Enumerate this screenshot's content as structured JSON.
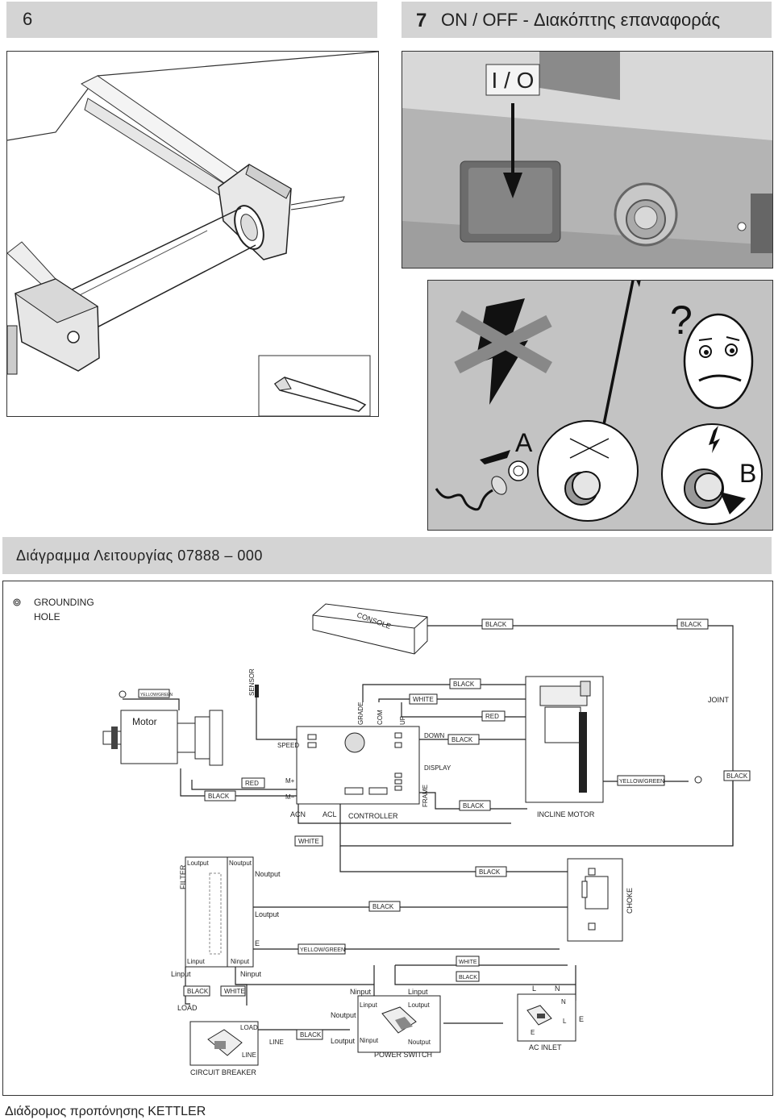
{
  "header": {
    "page_number": "6",
    "step_number": "7",
    "step_title": "ON / OFF - Διακόπτης επαναφοράς"
  },
  "switch_figure": {
    "switch_label": "I / O"
  },
  "warning_figure": {
    "question_mark": "?",
    "label_a": "A",
    "label_b": "B"
  },
  "wiring_section": {
    "title": "Διάγραμμα Λειτουργίας  07888 – 000"
  },
  "wiring": {
    "grounding_hole_line1": "GROUNDING",
    "grounding_hole_line2": "HOLE",
    "console": "CONSOLE",
    "black": "BLACK",
    "white": "WHITE",
    "red": "RED",
    "yellow_green": "YELLOW/GREEN",
    "yellow_green_small": "YELLOW/GREEN",
    "joint": "JOINT",
    "sensor": "SENSOR",
    "motor": "Motor",
    "speed": "SPEED",
    "m_plus": "M+",
    "m_minus": "M−",
    "acn": "ACN",
    "acl": "ACL",
    "controller": "CONTROLLER",
    "grade": "GRADE",
    "com": "COM",
    "up": "UP",
    "down": "DOWN",
    "display": "DISPLAY",
    "frame": "FRAME",
    "incline_motor": "INCLINE MOTOR",
    "filter": "FILTER",
    "loutput": "Loutput",
    "noutput": "Noutput",
    "linput": "Linput",
    "ninput": "Ninput",
    "e": "E",
    "load": "LOAD",
    "line": "LINE",
    "circuit_breaker": "CIRCUIT BREAKER",
    "power_switch": "POWER SWITCH",
    "ac_inlet": "AC INLET",
    "choke": "CHOKE",
    "l": "L",
    "n": "N"
  },
  "footer": {
    "text": "Διάδρομος προπόνησης KETTLER"
  }
}
